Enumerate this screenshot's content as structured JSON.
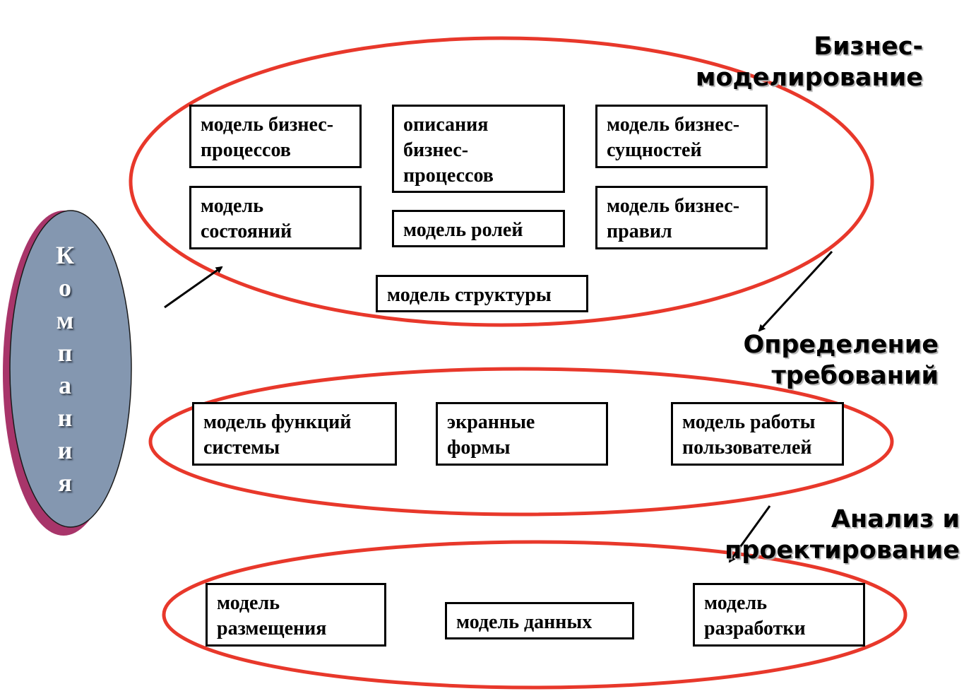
{
  "company": {
    "label": "Компания"
  },
  "colors": {
    "ellipse_stroke": "#e8382b",
    "company_fill": "#8497b0",
    "company_shadow": "#a8356a",
    "box_border": "#000000"
  },
  "stages": [
    {
      "id": "business-modeling",
      "label": "Бизнес-\nмоделирование",
      "boxes": [
        "модель бизнес-\nпроцессов",
        "описания\nбизнес-\nпроцессов",
        "модель бизнес-\nсущностей",
        "модель\nсостояний",
        "модель ролей",
        "модель бизнес-\nправил",
        "модель структуры"
      ]
    },
    {
      "id": "requirements",
      "label": "Определение\nтребований",
      "boxes": [
        "модель функций\nсистемы",
        "экранные\nформы",
        "модель работы\nпользователей"
      ]
    },
    {
      "id": "analysis-design",
      "label": "Анализ и\nпроектирование",
      "boxes": [
        "модель\nразмещения",
        "модель данных",
        "модель\nразработки"
      ]
    }
  ]
}
